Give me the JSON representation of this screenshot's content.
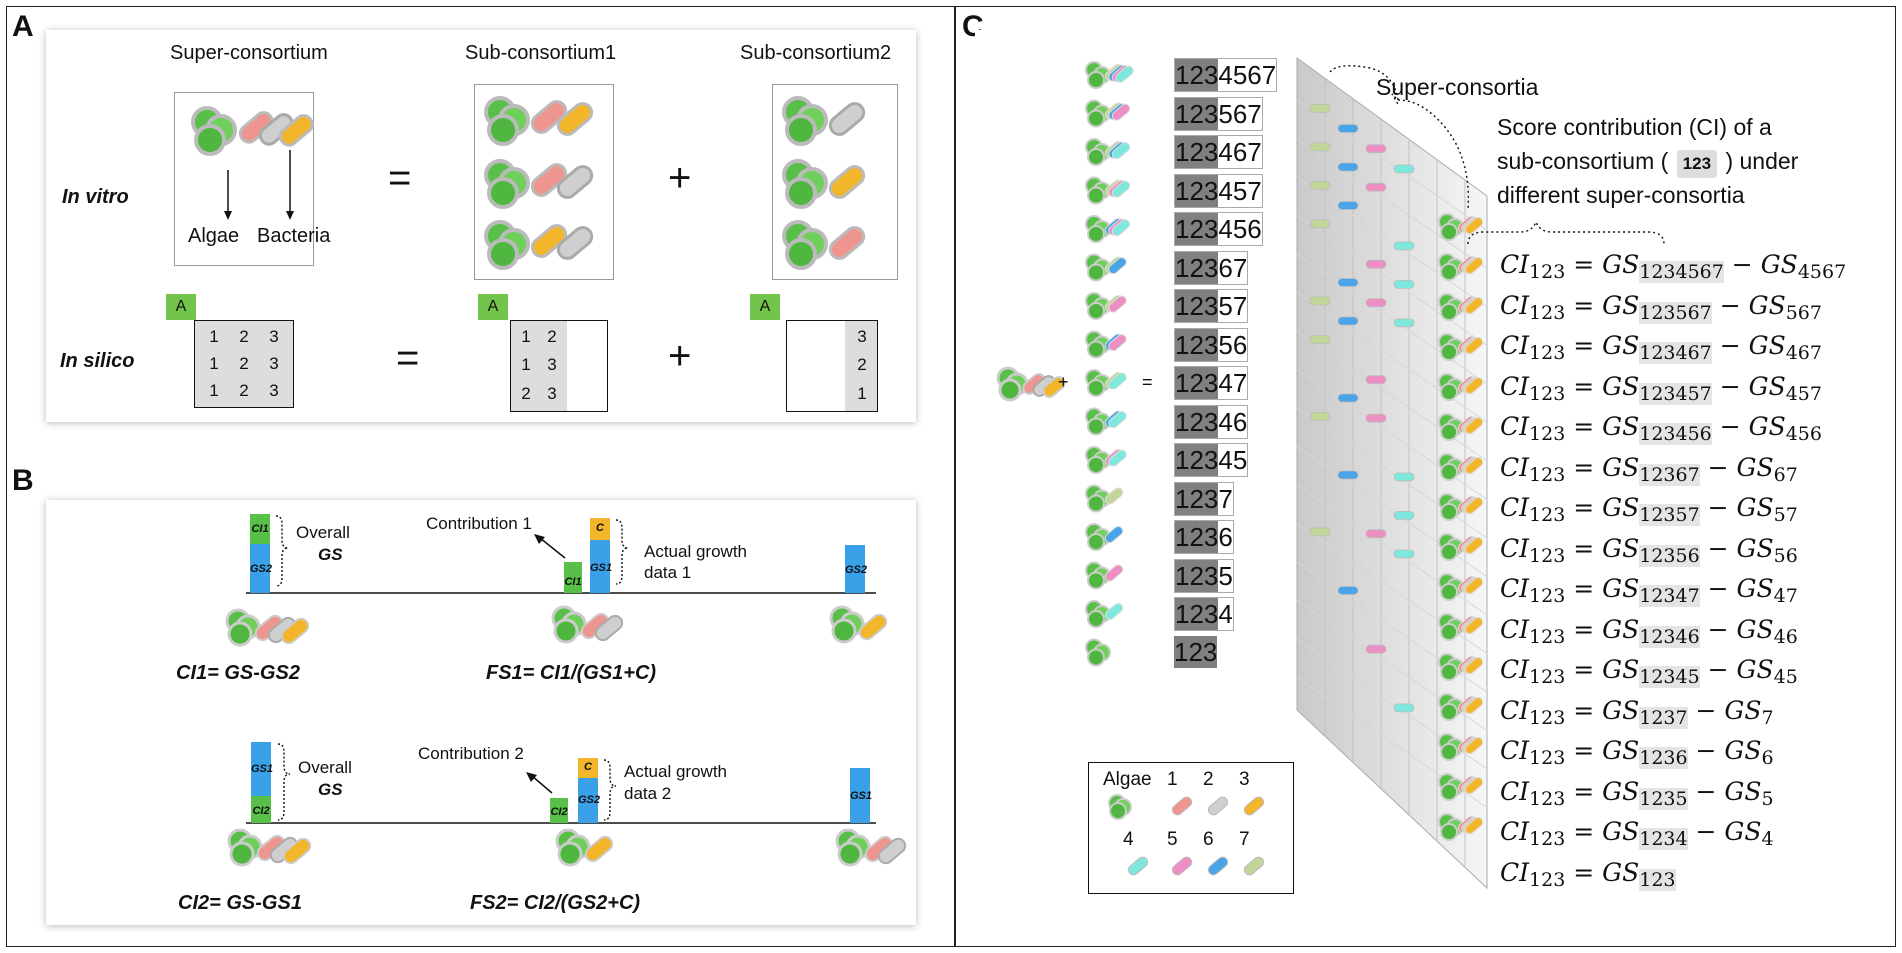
{
  "panel_a": {
    "label": "A",
    "col_titles": [
      "Super-consortium",
      "Sub-consortium1",
      "Sub-consortium2"
    ],
    "row_labels": [
      "In vitro",
      "In silico"
    ],
    "algae_label": "Algae",
    "bacteria_label": "Bacteria",
    "equals": "=",
    "plus": "+",
    "tag": "A",
    "matrix_super": [
      [
        "1",
        "2",
        "3"
      ],
      [
        "1",
        "2",
        "3"
      ],
      [
        "1",
        "2",
        "3"
      ]
    ],
    "matrix_sub1": [
      [
        "1",
        "2"
      ],
      [
        "1",
        "3"
      ],
      [
        "2",
        "3"
      ]
    ],
    "matrix_sub2": [
      [
        "3"
      ],
      [
        "2"
      ],
      [
        "1"
      ]
    ]
  },
  "panel_b": {
    "label": "B",
    "row1": {
      "overall": "Overall",
      "gs": "GS",
      "contribution": "Contribution 1",
      "actual": "Actual growth",
      "data": "data 1",
      "ci_bar": "CI1",
      "gs_bar": "GS2",
      "ci_small": "CI1",
      "gs1_bar": "GS1",
      "c_bar": "C",
      "gs_right": "GS2",
      "formula_left": "CI1= GS-GS2",
      "formula_right": "FS1= CI1/(GS1+C)"
    },
    "row2": {
      "overall": "Overall",
      "gs": "GS",
      "contribution": "Contribution 2",
      "actual": "Actual growth",
      "data": "data 2",
      "ci_bar": "CI2",
      "gs_bar": "GS1",
      "ci_small": "CI2",
      "gs2_bar": "GS2",
      "c_bar": "C",
      "gs_right": "GS1",
      "formula_left": "CI2= GS-GS1",
      "formula_right": "FS2= CI2/(GS2+C)"
    }
  },
  "panel_c": {
    "label": "C",
    "super_consortia": "Super-consortia",
    "score_lines": [
      "Score contribution (CI) of a",
      "sub-consortium (",
      ") under",
      "different super-consortia"
    ],
    "score_tag": "123",
    "plus": "+",
    "equals": "=",
    "codes": [
      "1234567",
      "123567",
      "123467",
      "123457",
      "123456",
      "12367",
      "12357",
      "12356",
      "12347",
      "12346",
      "12345",
      "1237",
      "1236",
      "1235",
      "1234",
      "123"
    ],
    "equations": [
      {
        "lhs": "CI",
        "lsub": "123",
        "g1sub": "1234567",
        "g2sub": "4567"
      },
      {
        "lhs": "CI",
        "lsub": "123",
        "g1sub": "123567",
        "g2sub": "567"
      },
      {
        "lhs": "CI",
        "lsub": "123",
        "g1sub": "123467",
        "g2sub": "467"
      },
      {
        "lhs": "CI",
        "lsub": "123",
        "g1sub": "123457",
        "g2sub": "457"
      },
      {
        "lhs": "CI",
        "lsub": "123",
        "g1sub": "123456",
        "g2sub": "456"
      },
      {
        "lhs": "CI",
        "lsub": "123",
        "g1sub": "12367",
        "g2sub": "67"
      },
      {
        "lhs": "CI",
        "lsub": "123",
        "g1sub": "12357",
        "g2sub": "57"
      },
      {
        "lhs": "CI",
        "lsub": "123",
        "g1sub": "12356",
        "g2sub": "56"
      },
      {
        "lhs": "CI",
        "lsub": "123",
        "g1sub": "12347",
        "g2sub": "47"
      },
      {
        "lhs": "CI",
        "lsub": "123",
        "g1sub": "12346",
        "g2sub": "46"
      },
      {
        "lhs": "CI",
        "lsub": "123",
        "g1sub": "12345",
        "g2sub": "45"
      },
      {
        "lhs": "CI",
        "lsub": "123",
        "g1sub": "1237",
        "g2sub": "7"
      },
      {
        "lhs": "CI",
        "lsub": "123",
        "g1sub": "1236",
        "g2sub": "6"
      },
      {
        "lhs": "CI",
        "lsub": "123",
        "g1sub": "1235",
        "g2sub": "5"
      },
      {
        "lhs": "CI",
        "lsub": "123",
        "g1sub": "1234",
        "g2sub": "4"
      },
      {
        "lhs": "CI",
        "lsub": "123",
        "g1sub": "123",
        "g2sub": ""
      }
    ],
    "legend": [
      {
        "label": "Algae",
        "color": "#58c048"
      },
      {
        "label": "1",
        "color": "#ee9590"
      },
      {
        "label": "2",
        "color": "#cfcfcf"
      },
      {
        "label": "3",
        "color": "#f3b52a"
      },
      {
        "label": "4",
        "color": "#7fe8dd"
      },
      {
        "label": "5",
        "color": "#ee8fc4"
      },
      {
        "label": "6",
        "color": "#4aa5e8"
      },
      {
        "label": "7",
        "color": "#c2d699"
      }
    ]
  },
  "colors": {
    "algae": "#58c048",
    "bar_blue": "#3aa0e8",
    "bar_green": "#58c048",
    "bar_orange": "#f3b52a",
    "tag_green": "#72c44a"
  }
}
